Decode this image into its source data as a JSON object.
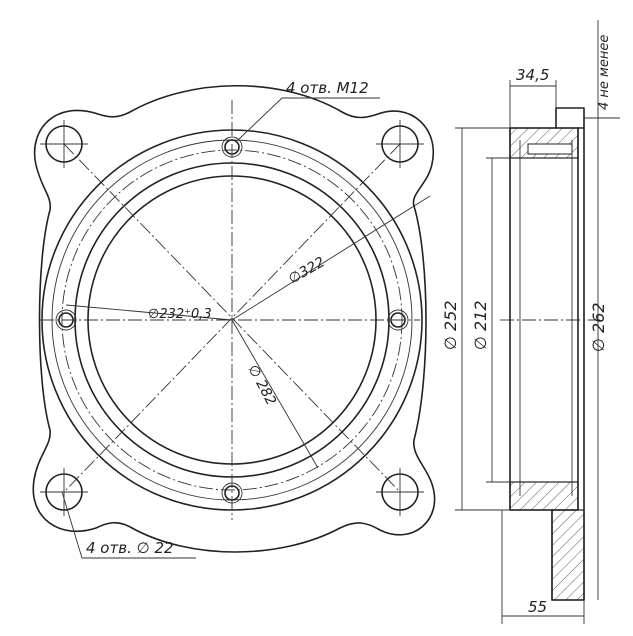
{
  "labels": {
    "holes_m12": "4 отв. М12",
    "holes_d22": "4 отв. ∅ 22",
    "dia_322": "∅322",
    "dia_232": "∅232⁺0,3",
    "dia_282": "∅ 282",
    "dia_252": "∅ 252",
    "dia_212": "∅ 212",
    "dia_262": "∅ 262",
    "len_34_5": "34,5",
    "len_55": "55",
    "min_4": "4 не менее"
  }
}
